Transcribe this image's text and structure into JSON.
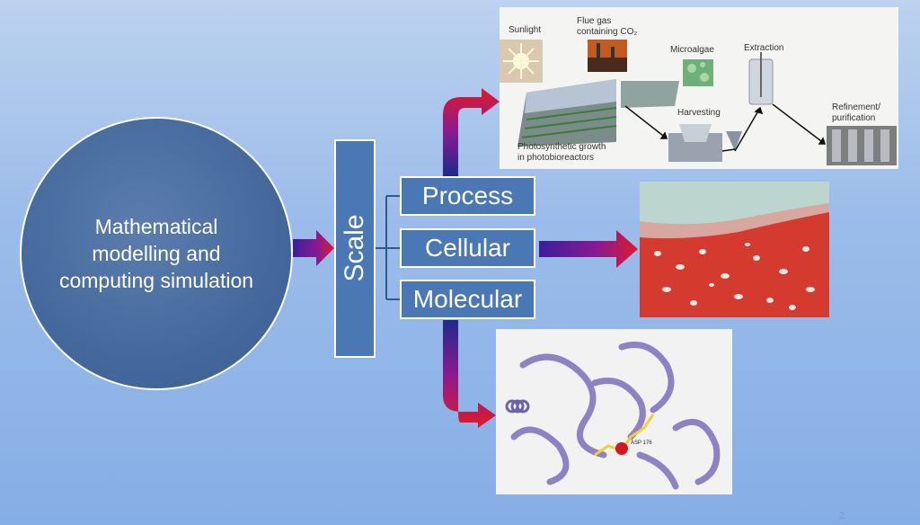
{
  "circle_text": "Mathematical modelling and computing simulation",
  "scale_label": "Scale",
  "scales": [
    "Process",
    "Cellular",
    "Molecular"
  ],
  "process_figure": {
    "sunlight": "Sunlight",
    "flue_gas": "Flue gas\ncontaining CO₂",
    "microalgae": "Microalgae",
    "extraction": "Extraction",
    "harvesting": "Harvesting",
    "refinement": "Refinement/\npurification",
    "growth": "Photosynthetic growth\nin photobioreactors"
  },
  "molecular_figure": {
    "residue_label": "ASP 176"
  },
  "page_number": "2",
  "colors": {
    "box_fill": "#4a78b5",
    "circle_fill": "#45699c",
    "arrow_red": "#e0192a",
    "arrow_purple": "#7a1a8c",
    "arrow_navy": "#1c2a8c"
  }
}
